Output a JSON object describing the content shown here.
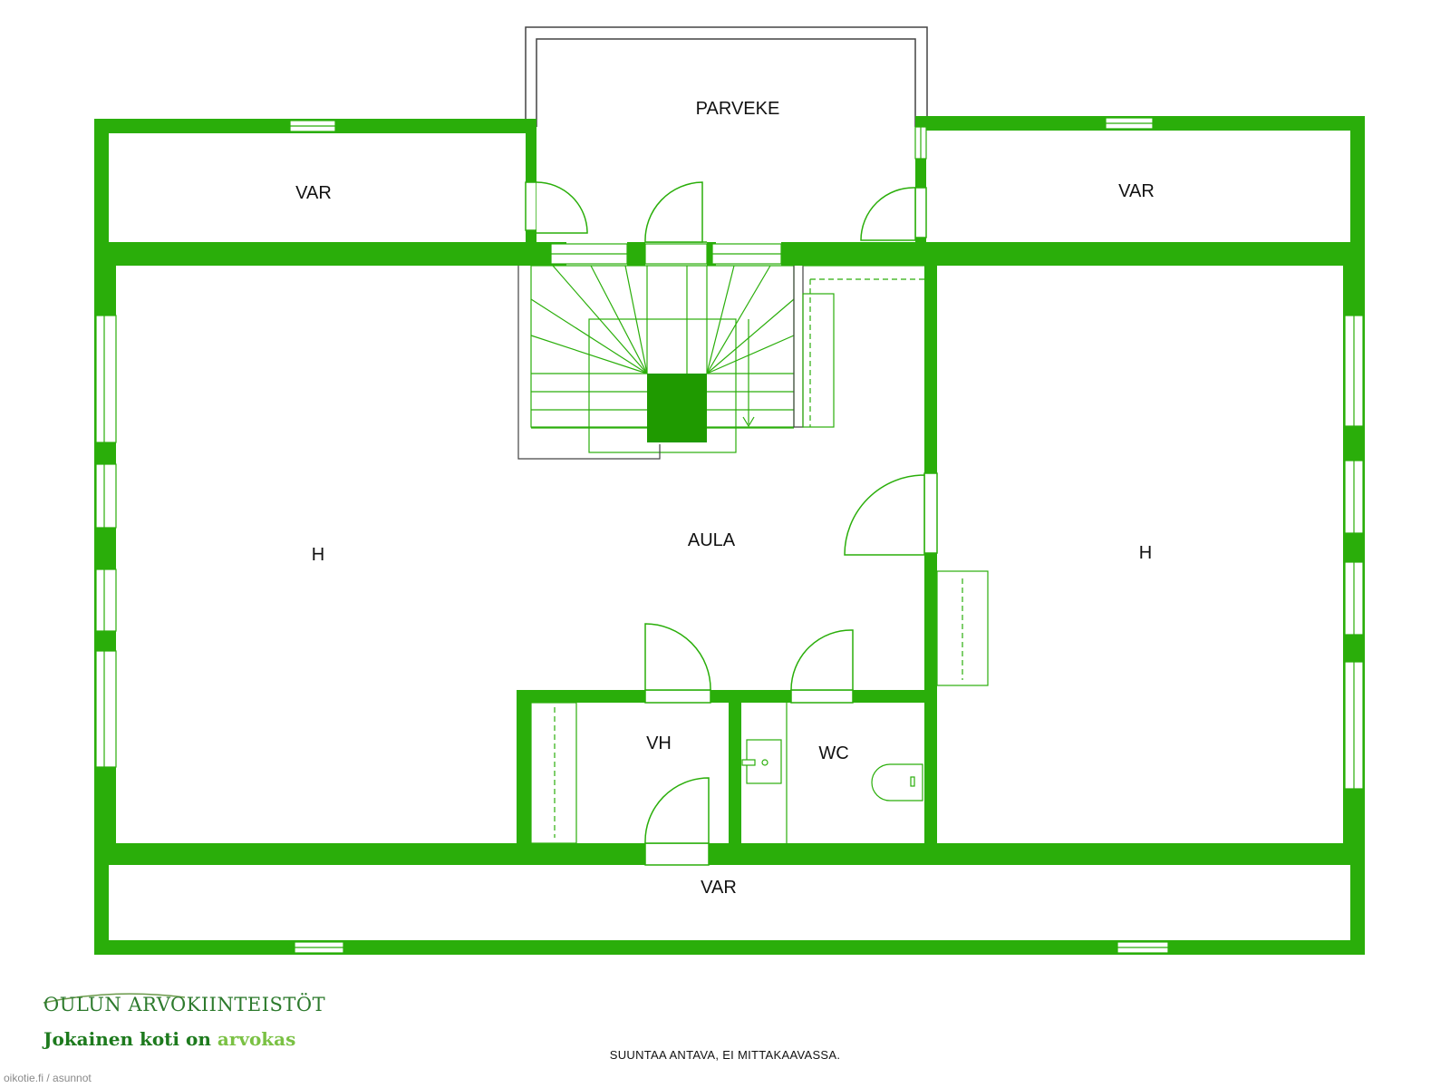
{
  "colors": {
    "wall": "#2aae0a",
    "line": "#2aae0a",
    "stairs_dark": "#1f9a00",
    "balcony_outline": "#333333"
  },
  "rooms": {
    "parveke": "PARVEKE",
    "var_left": "VAR",
    "var_right": "VAR",
    "var_bottom": "VAR",
    "h_left": "H",
    "h_right": "H",
    "aula": "AULA",
    "vh": "VH",
    "wc": "WC"
  },
  "footer": {
    "note": "SUUNTAA ANTAVA, EI MITTAKAAVASSA.",
    "logo_name": "OULUN ARVOKIINTEISTÖT",
    "logo_tag_main": "Jokainen koti on",
    "logo_tag_accent": "arvokas",
    "site": "oikotie.fi / asunnot"
  }
}
